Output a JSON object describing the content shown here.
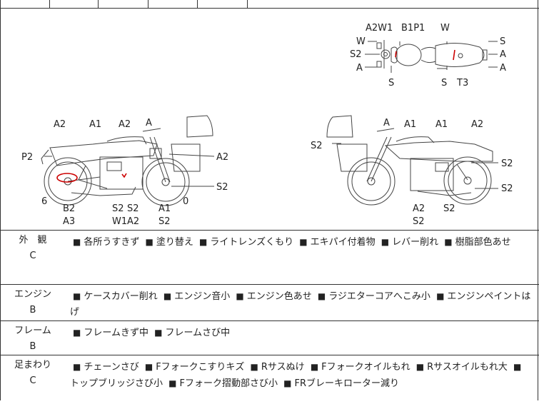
{
  "diagram": {
    "top_view_labels": [
      "A2W1",
      "B1P1",
      "W",
      "W",
      "S2",
      "A",
      "S",
      "S",
      "T3",
      "S",
      "A",
      "A"
    ],
    "left_view_labels": [
      "A2",
      "A1",
      "A2",
      "A",
      "P2",
      "A2",
      "S2",
      "6",
      "B2",
      "A3",
      "S2",
      "S2",
      "W1",
      "A2",
      "A1",
      "S2",
      "0"
    ],
    "right_view_labels": [
      "A",
      "A1",
      "A1",
      "A2",
      "S2",
      "S2",
      "S2",
      "A2",
      "S2",
      "S2"
    ]
  },
  "categories": [
    {
      "name": "外　観",
      "grade": "C",
      "items": [
        "各所うすきず",
        "塗り替え",
        "ライトレンズくもり",
        "エキパイ付着物",
        "レバー削れ",
        "樹脂部色あせ"
      ]
    },
    {
      "name": "エンジン",
      "grade": "B",
      "items": [
        "ケースカバー削れ",
        "エンジン音小",
        "エンジン色あせ",
        "ラジエターコアへこみ小",
        "エンジンペイントはげ"
      ]
    },
    {
      "name": "フレーム",
      "grade": "B",
      "items": [
        "フレームきず中",
        "フレームさび中"
      ]
    },
    {
      "name": "足まわり",
      "grade": "C",
      "items": [
        "チェーンさび",
        "Fフォークこすりキズ",
        "Rサスぬけ",
        "Fフォークオイルもれ",
        "Rサスオイルもれ大",
        "トップブリッジさび小",
        "Fフォーク摺動部さび小",
        "FRブレーキローター減り"
      ]
    }
  ]
}
